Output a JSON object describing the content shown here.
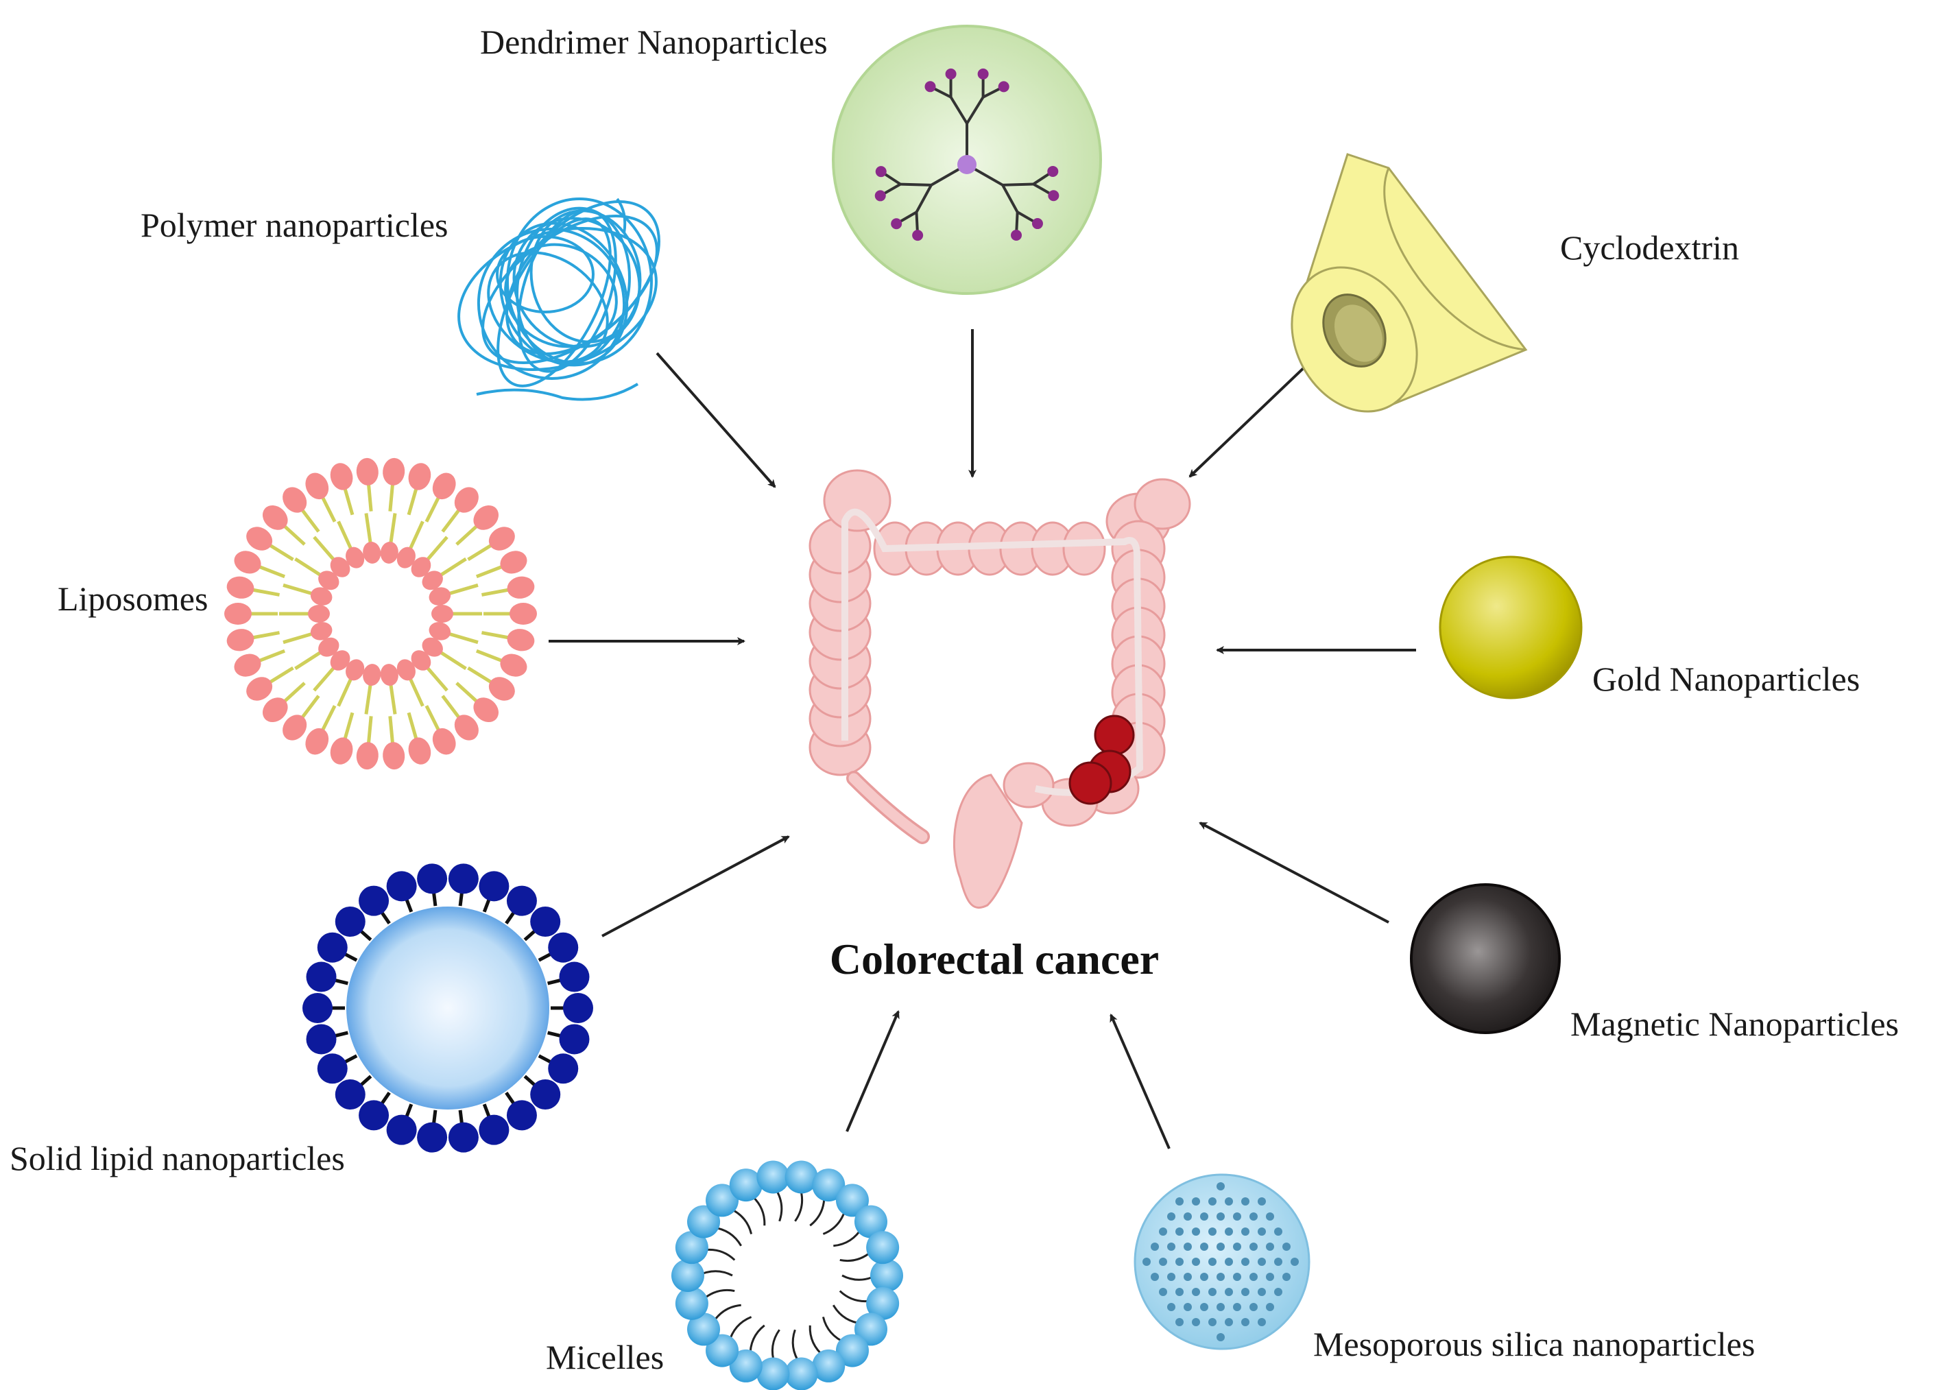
{
  "title": "Colorectal cancer",
  "labels": {
    "dendrimer": "Dendrimer Nanoparticles",
    "polymer": "Polymer nanoparticles",
    "cyclodextrin": "Cyclodextrin",
    "liposomes": "Liposomes",
    "gold": "Gold Nanoparticles",
    "solid_lipid": "Solid lipid nanoparticles",
    "magnetic": "Magnetic Nanoparticles",
    "micelles": "Micelles",
    "mesoporous": "Mesoporous silica nanoparticles"
  },
  "colors": {
    "arrow": "#222222",
    "colon": "#f6c9c9",
    "colon_outline": "#e79c9c",
    "tumor": "#b5121b",
    "dendrimer_bg": "#cde6b4",
    "dendrimer_node": "#8b2a8b",
    "polymer": "#29a3dd",
    "cyclodextrin": "#f7f39a",
    "liposome_head": "#f48b8b",
    "liposome_tail": "#cfcf5a",
    "gold": "#c8c000",
    "magnetic": "#2a2626",
    "solid_lipid_head": "#0d1a9c",
    "solid_lipid_core": "#8ec3ef",
    "micelle_head": "#4fb0e6",
    "mesoporous": "#aedcf1"
  },
  "icons": [
    "dendrimer-icon",
    "polymer-icon",
    "cyclodextrin-icon",
    "liposome-icon",
    "gold-nanoparticle-icon",
    "solid-lipid-icon",
    "magnetic-nanoparticle-icon",
    "micelle-icon",
    "mesoporous-silica-icon",
    "colon-icon"
  ]
}
